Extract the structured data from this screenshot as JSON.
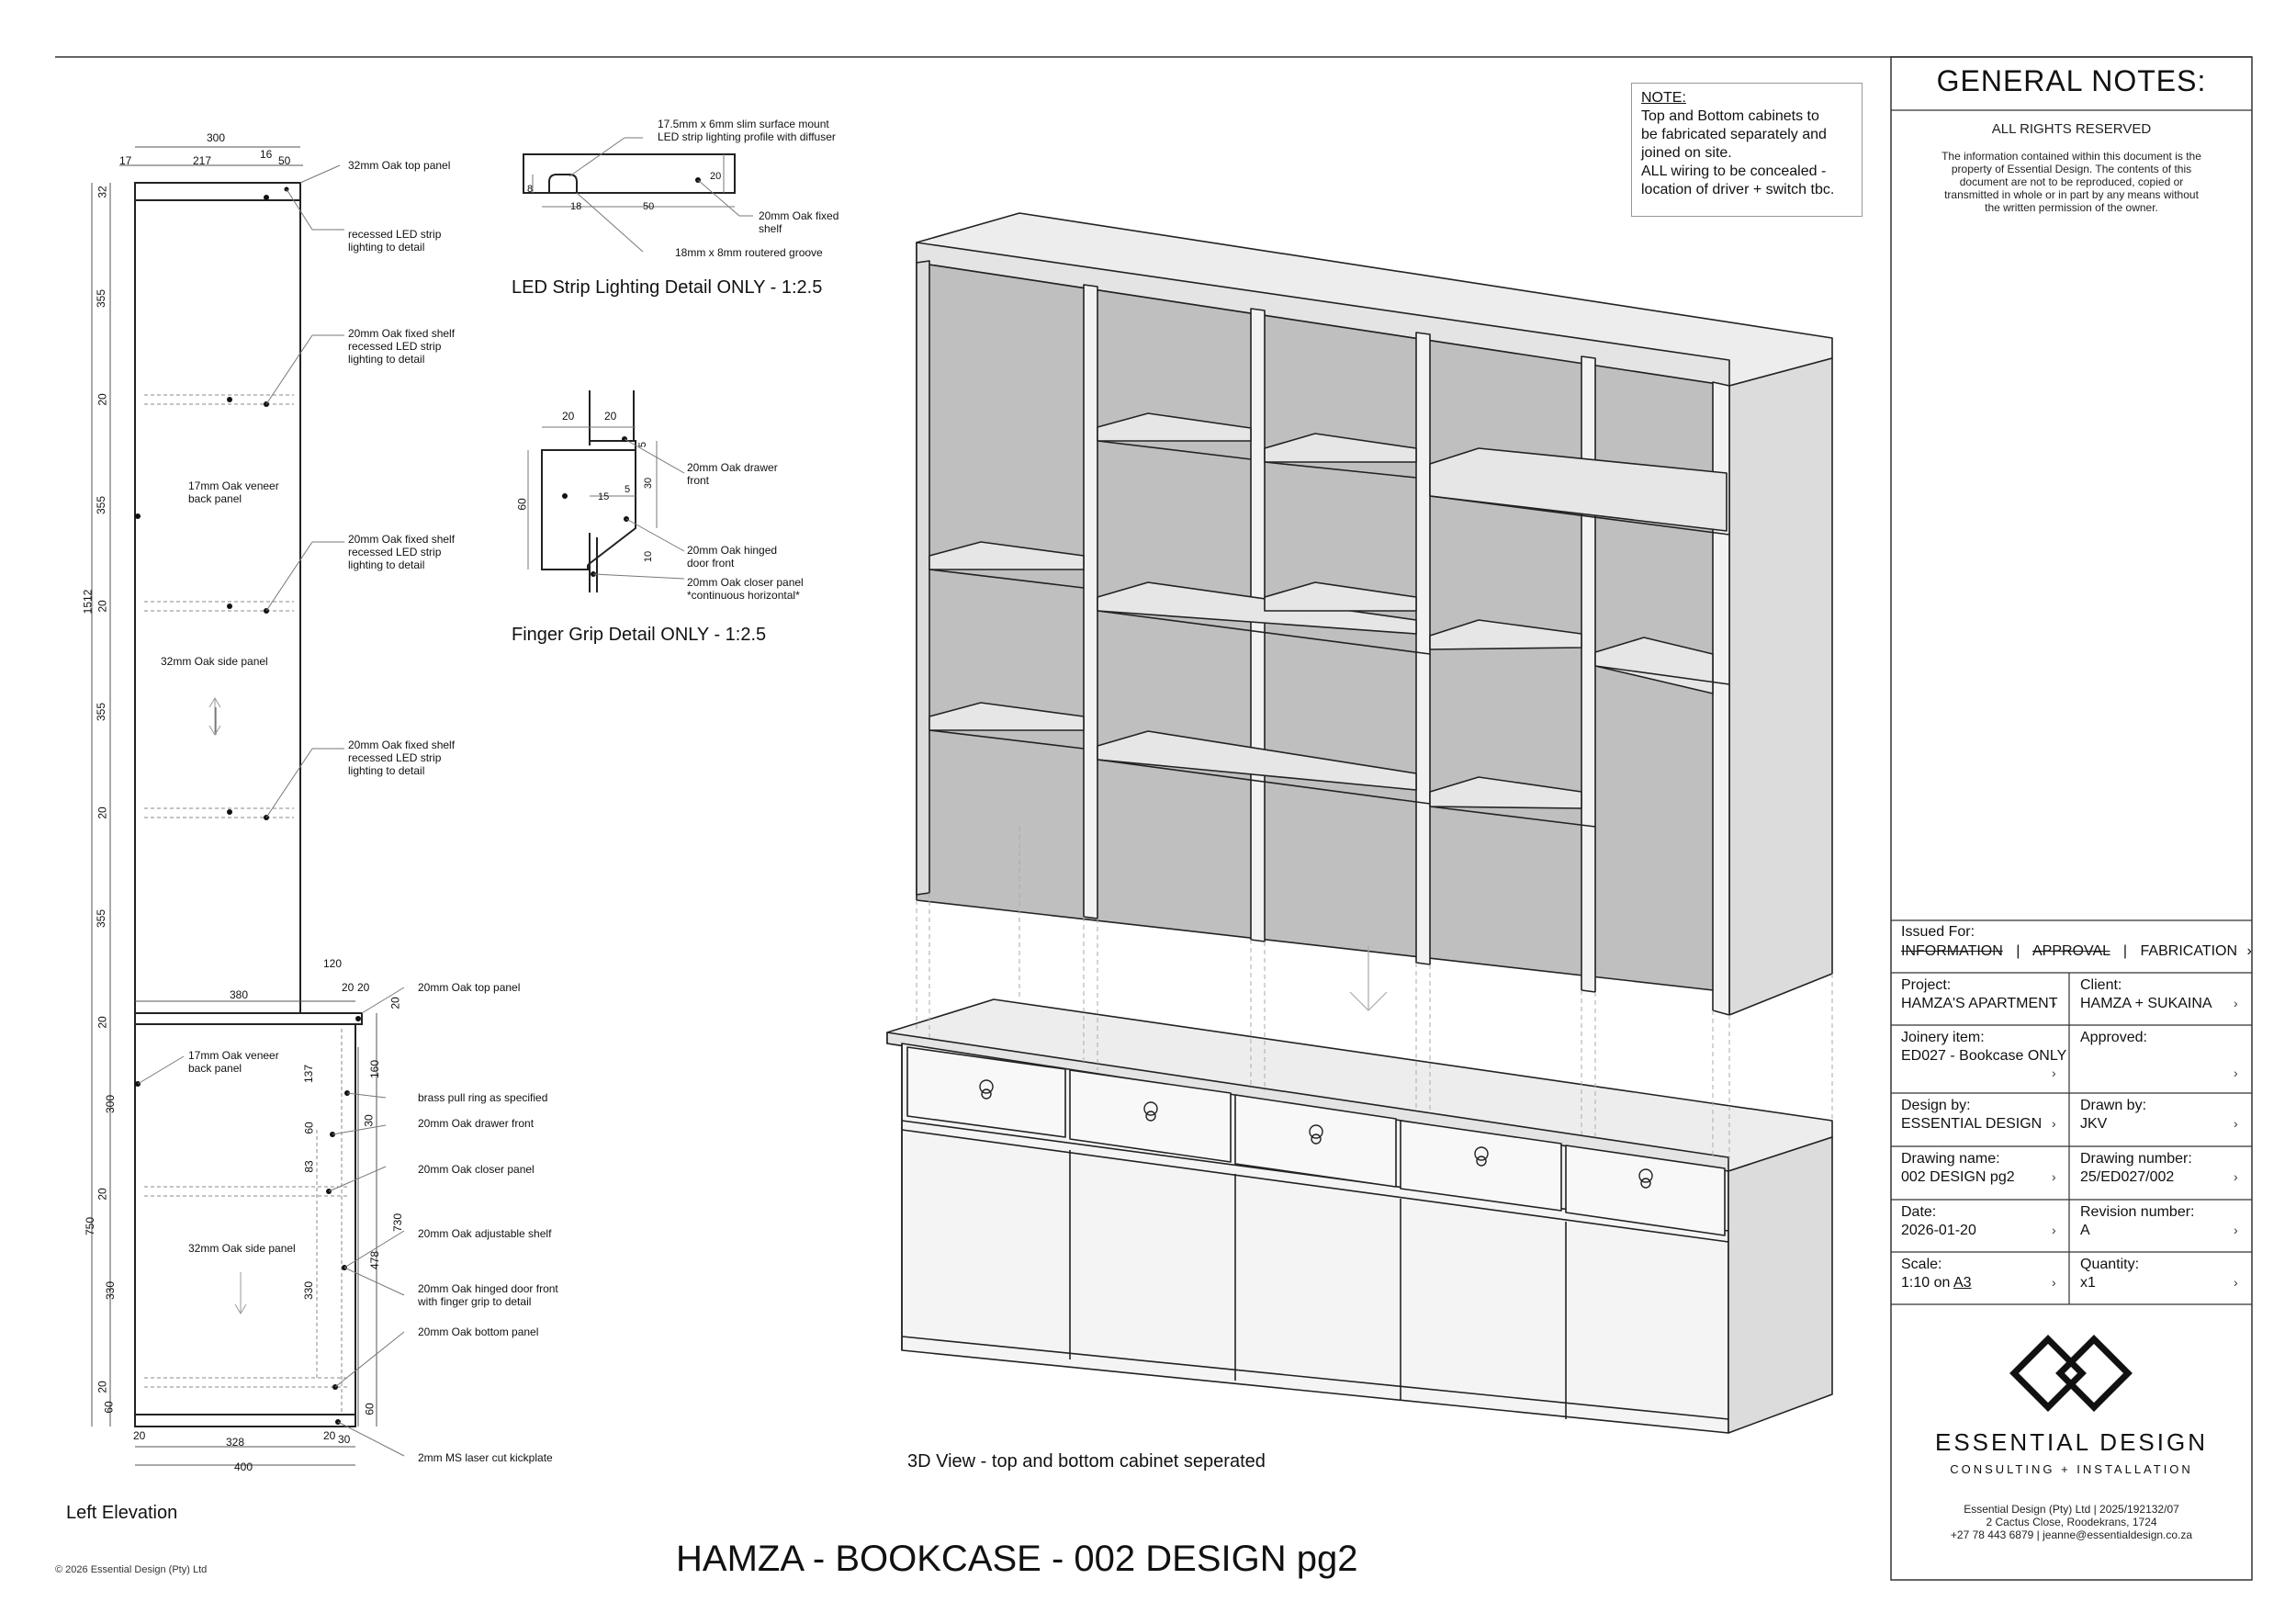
{
  "sheet": {
    "title": "HAMZA - BOOKCASE - 002 DESIGN pg2",
    "copyright": "© 2026 Essential Design (Pty) Ltd"
  },
  "views": {
    "left_elevation_label": "Left Elevation",
    "led_detail_label": "LED Strip Lighting Detail ONLY - 1:2.5",
    "finger_grip_label": "Finger Grip Detail ONLY - 1:2.5",
    "view_3d_label": "3D View - top and bottom cabinet seperated"
  },
  "note": {
    "heading": "NOTE:",
    "lines": [
      "Top and Bottom cabinets to",
      "be fabricated separately and",
      "joined on site.",
      "ALL wiring to be concealed -",
      "location of driver + switch tbc."
    ]
  },
  "general_notes": {
    "title": "GENERAL NOTES:",
    "rights": "ALL RIGHTS RESERVED",
    "body_lines": [
      "The information contained within this document is the",
      "property of Essential Design. The contents of this",
      "document are not to be reproduced, copied or",
      "transmitted in whole or in part by any means without",
      "the written permission of the owner."
    ]
  },
  "title_block": {
    "issued_for_label": "Issued For:",
    "issued_information": "INFORMATION",
    "issued_approval": "APPROVAL",
    "issued_fabrication": "FABRICATION",
    "sep": "|",
    "project_label": "Project:",
    "project_value": "HAMZA'S APARTMENT",
    "client_label": "Client:",
    "client_value": "HAMZA + SUKAINA",
    "joinery_label": "Joinery item:",
    "joinery_value": "ED027 - Bookcase ONLY",
    "approved_label": "Approved:",
    "approved_value": "",
    "design_by_label": "Design by:",
    "design_by_value": "ESSENTIAL DESIGN",
    "drawn_by_label": "Drawn by:",
    "drawn_by_value": "JKV",
    "drawing_name_label": "Drawing name:",
    "drawing_name_value": "002 DESIGN pg2",
    "drawing_number_label": "Drawing number:",
    "drawing_number_value": "25/ED027/002",
    "date_label": "Date:",
    "date_value": "2026-01-20",
    "revision_label": "Revision number:",
    "revision_value": "A",
    "scale_label": "Scale:",
    "scale_value_pre": "1:10 on ",
    "scale_value_paper": "A3",
    "quantity_label": "Quantity:",
    "quantity_value": "x1",
    "chevron": "›"
  },
  "company": {
    "name": "ESSENTIAL DESIGN",
    "tagline": "CONSULTING + INSTALLATION",
    "line1": "Essential Design (Pty) Ltd  |  2025/192132/07",
    "line2": "2 Cactus Close, Roodekrans, 1724",
    "line3": "+27 78 443 6879  |  jeanne@essentialdesign.co.za"
  },
  "left_elevation": {
    "dims_top": [
      "300",
      "17",
      "217",
      "16",
      "50"
    ],
    "dims_left_upper": [
      "32",
      "355",
      "20",
      "355",
      "20",
      "355",
      "20",
      "355",
      "1512"
    ],
    "dims_left_lower": [
      "20",
      "300",
      "20",
      "330",
      "20",
      "60",
      "750"
    ],
    "dims_bottom": [
      "20",
      "328",
      "20",
      "30",
      "400"
    ],
    "dims_mid": [
      "120",
      "380",
      "20",
      "20",
      "20"
    ],
    "dims_right_lower": [
      "137",
      "60",
      "83",
      "30",
      "160",
      "730",
      "478",
      "330",
      "60"
    ],
    "callouts_upper": [
      "32mm Oak top panel",
      "recessed LED strip",
      "lighting to detail",
      "20mm Oak fixed shelf",
      "17mm Oak veneer",
      "back panel",
      "32mm Oak side panel"
    ],
    "callouts_lower": [
      "20mm Oak top panel",
      "17mm Oak veneer",
      "back panel",
      "brass pull ring as specified",
      "20mm Oak drawer front",
      "20mm Oak closer panel",
      "20mm Oak adjustable shelf",
      "32mm Oak side panel",
      "20mm Oak hinged door front",
      "with finger grip to detail",
      "20mm Oak bottom panel",
      "2mm MS laser cut kickplate"
    ]
  },
  "led_detail": {
    "callouts": [
      "17.5mm x 6mm slim surface mount",
      "LED strip lighting profile with diffuser",
      "20mm Oak fixed",
      "shelf",
      "18mm x 8mm routered groove"
    ],
    "dims": [
      "8",
      "18",
      "50",
      "20"
    ]
  },
  "finger_grip": {
    "callouts": [
      "20mm Oak drawer",
      "front",
      "20mm Oak hinged",
      "door front",
      "20mm Oak closer panel",
      "*continuous horizontal*"
    ],
    "dims": [
      "20",
      "20",
      "5",
      "30",
      "5",
      "15",
      "60",
      "10"
    ]
  }
}
